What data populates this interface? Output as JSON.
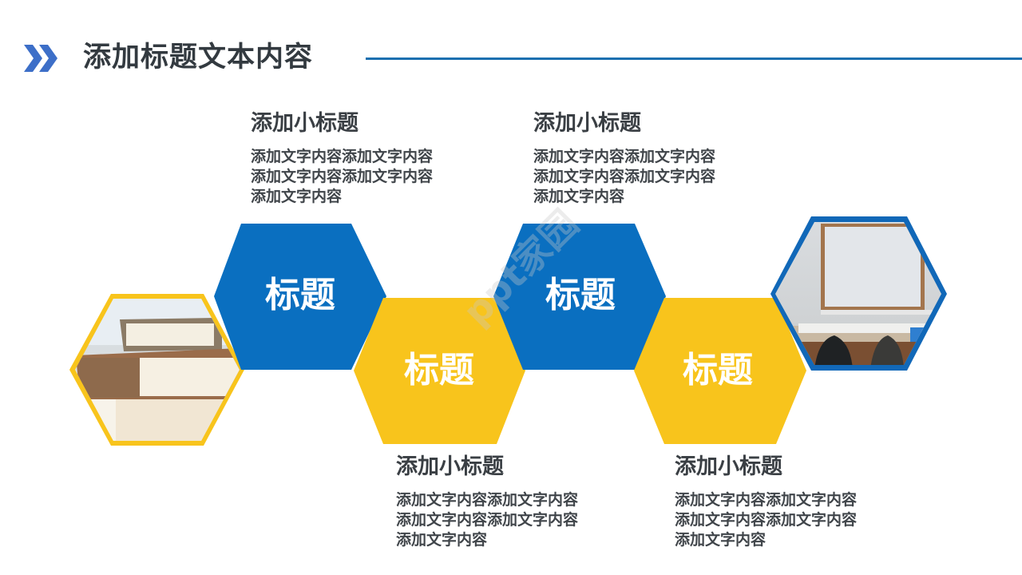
{
  "header": {
    "title": "添加标题文本内容",
    "icon": "double-chevron-right-icon",
    "accent_color": "#3d6fc8",
    "rule_color": "#1c70b0"
  },
  "colors": {
    "blue": "#0a6fc0",
    "yellow": "#f8c41c",
    "text_dark": "#3a3f44"
  },
  "hexagons": [
    {
      "label": "标题",
      "color": "blue"
    },
    {
      "label": "标题",
      "color": "yellow"
    },
    {
      "label": "标题",
      "color": "blue"
    },
    {
      "label": "标题",
      "color": "yellow"
    }
  ],
  "images": [
    {
      "subject": "stack-of-books",
      "border": "yellow"
    },
    {
      "subject": "classroom-whiteboard",
      "border": "blue"
    }
  ],
  "blocks": [
    {
      "subtitle": "添加小标题",
      "text": "添加文字内容添加文字内容添加文字内容添加文字内容添加文字内容"
    },
    {
      "subtitle": "添加小标题",
      "text": "添加文字内容添加文字内容添加文字内容添加文字内容添加文字内容"
    },
    {
      "subtitle": "添加小标题",
      "text": "添加文字内容添加文字内容添加文字内容添加文字内容添加文字内容"
    },
    {
      "subtitle": "添加小标题",
      "text": "添加文字内容添加文字内容添加文字内容添加文字内容添加文字内容"
    }
  ],
  "watermark": "ppt家园"
}
